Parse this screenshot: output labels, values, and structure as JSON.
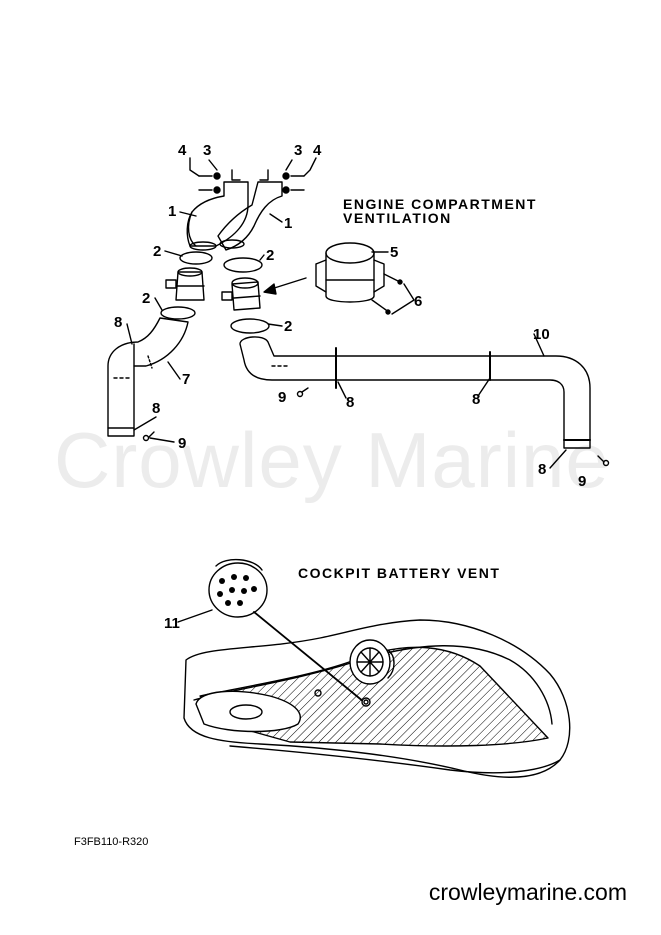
{
  "watermark": "Crowley Marine",
  "sections": {
    "engine": {
      "line1": "ENGINE COMPARTMENT",
      "line2": "VENTILATION"
    },
    "cockpit": {
      "title": "COCKPIT BATTERY VENT"
    }
  },
  "callouts": {
    "c1": "1",
    "c2": "2",
    "c3": "3",
    "c4": "4",
    "c5": "5",
    "c6": "6",
    "c7": "7",
    "c8": "8",
    "c9": "9",
    "c10": "10",
    "c11": "11"
  },
  "diagram_code": "F3FB110-R320",
  "site": "crowleymarine.com"
}
